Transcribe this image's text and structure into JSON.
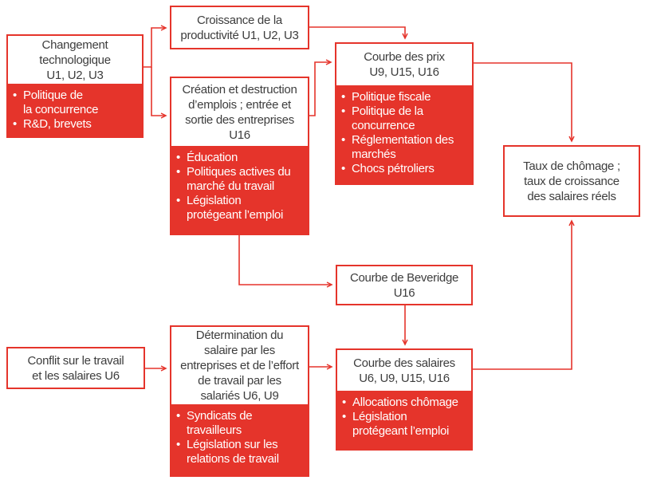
{
  "colors": {
    "accent_red": "#e5342b",
    "title_text": "#3d3d3d",
    "bullet_text": "#ffffff",
    "background": "#ffffff"
  },
  "boxes": {
    "changement": {
      "title": "Changement\ntechnologique\nU1, U2, U3",
      "bullets": [
        "Politique de\nla concurrence",
        "R&D, brevets"
      ]
    },
    "croissance": {
      "title": "Croissance de la\nproductivité U1, U2, U3"
    },
    "creation": {
      "title": "Création et destruction\nd’emplois ; entrée et\nsortie des entreprises\nU16",
      "bullets": [
        "Éducation",
        "Politiques actives du\nmarché du travail",
        "Législation\nprotégeant l’emploi"
      ]
    },
    "prix": {
      "title": "Courbe des prix\nU9, U15, U16",
      "bullets": [
        "Politique fiscale",
        "Politique de la\nconcurrence",
        "Réglementation des\nmarchés",
        "Chocs pétroliers"
      ]
    },
    "chomage": {
      "title": "Taux de chômage ;\ntaux de croissance\ndes salaires réels"
    },
    "beveridge": {
      "title": "Courbe de Beveridge\nU16"
    },
    "conflit": {
      "title": "Conflit sur le travail\net les salaires U6"
    },
    "determination": {
      "title": "Détermination du\nsalaire par les\nentreprises et de l’effort\nde travail par les\nsalariés U6, U9",
      "bullets": [
        "Syndicats de\ntravailleurs",
        "Législation sur les\nrelations de travail"
      ]
    },
    "salaires": {
      "title": "Courbe des salaires\nU6, U9, U15, U16",
      "bullets": [
        "Allocations chômage",
        "Législation\nprotégeant l’emploi"
      ]
    }
  }
}
